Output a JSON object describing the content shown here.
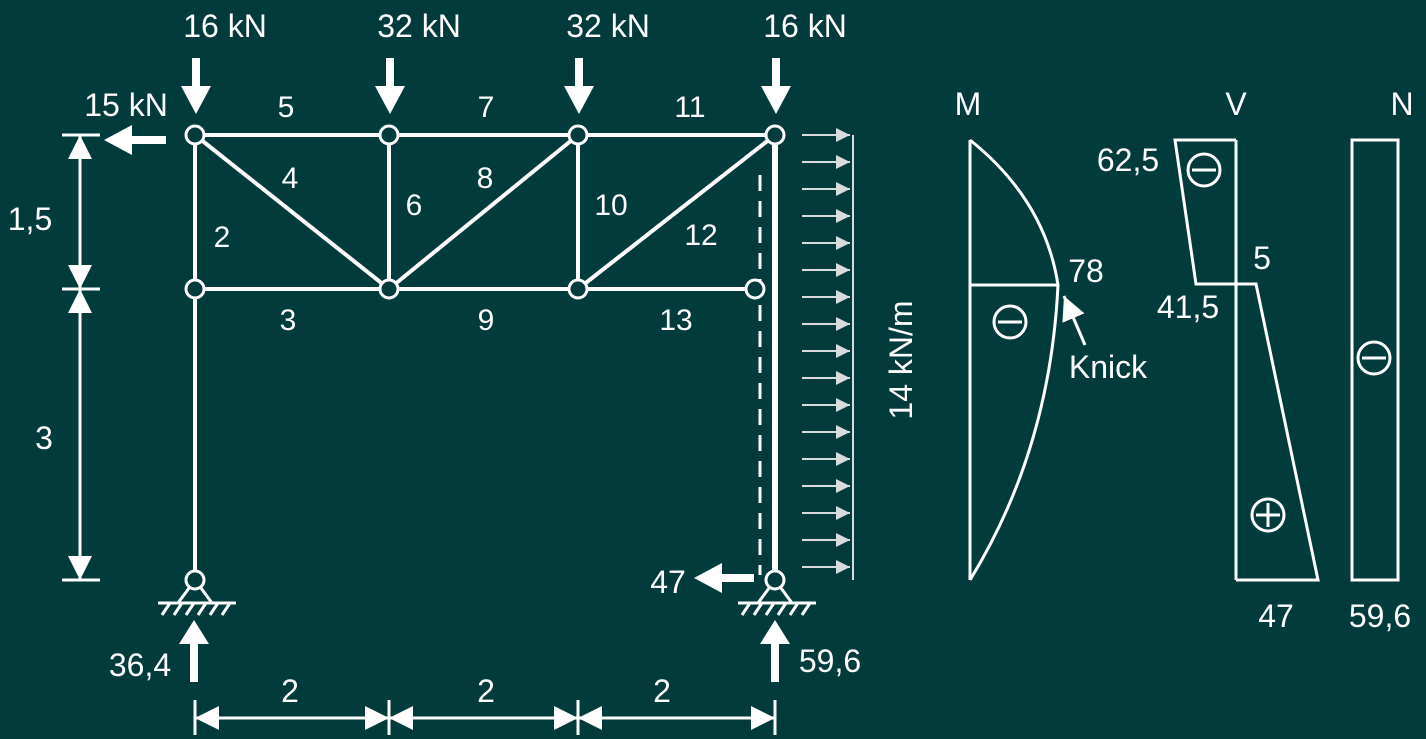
{
  "colors": {
    "background": "#023b3b",
    "line": "#ffffff",
    "load_arrows": "#d9dcdc"
  },
  "loads": {
    "p1": "16 kN",
    "p2": "32 kN",
    "p3": "32 kN",
    "p4": "16 kN",
    "horizontal": "15 kN",
    "distributed": "14 kN/m"
  },
  "members": [
    "2",
    "3",
    "4",
    "5",
    "6",
    "7",
    "8",
    "9",
    "10",
    "11",
    "12",
    "13"
  ],
  "dimensions": {
    "h_upper": "1,5",
    "h_lower": "3",
    "w1": "2",
    "w2": "2",
    "w3": "2"
  },
  "reactions": {
    "left_vertical": "36,4",
    "right_vertical": "59,6",
    "right_horizontal": "47"
  },
  "diagrams": {
    "moment": {
      "title": "M",
      "value": "78",
      "sign": "minus",
      "note": "Knick"
    },
    "shear": {
      "title": "V",
      "v_top": "62,5",
      "v_mid": "5",
      "v_mid_low": "41,5",
      "v_bottom": "47"
    },
    "normal": {
      "title": "N",
      "value": "59,6"
    }
  }
}
